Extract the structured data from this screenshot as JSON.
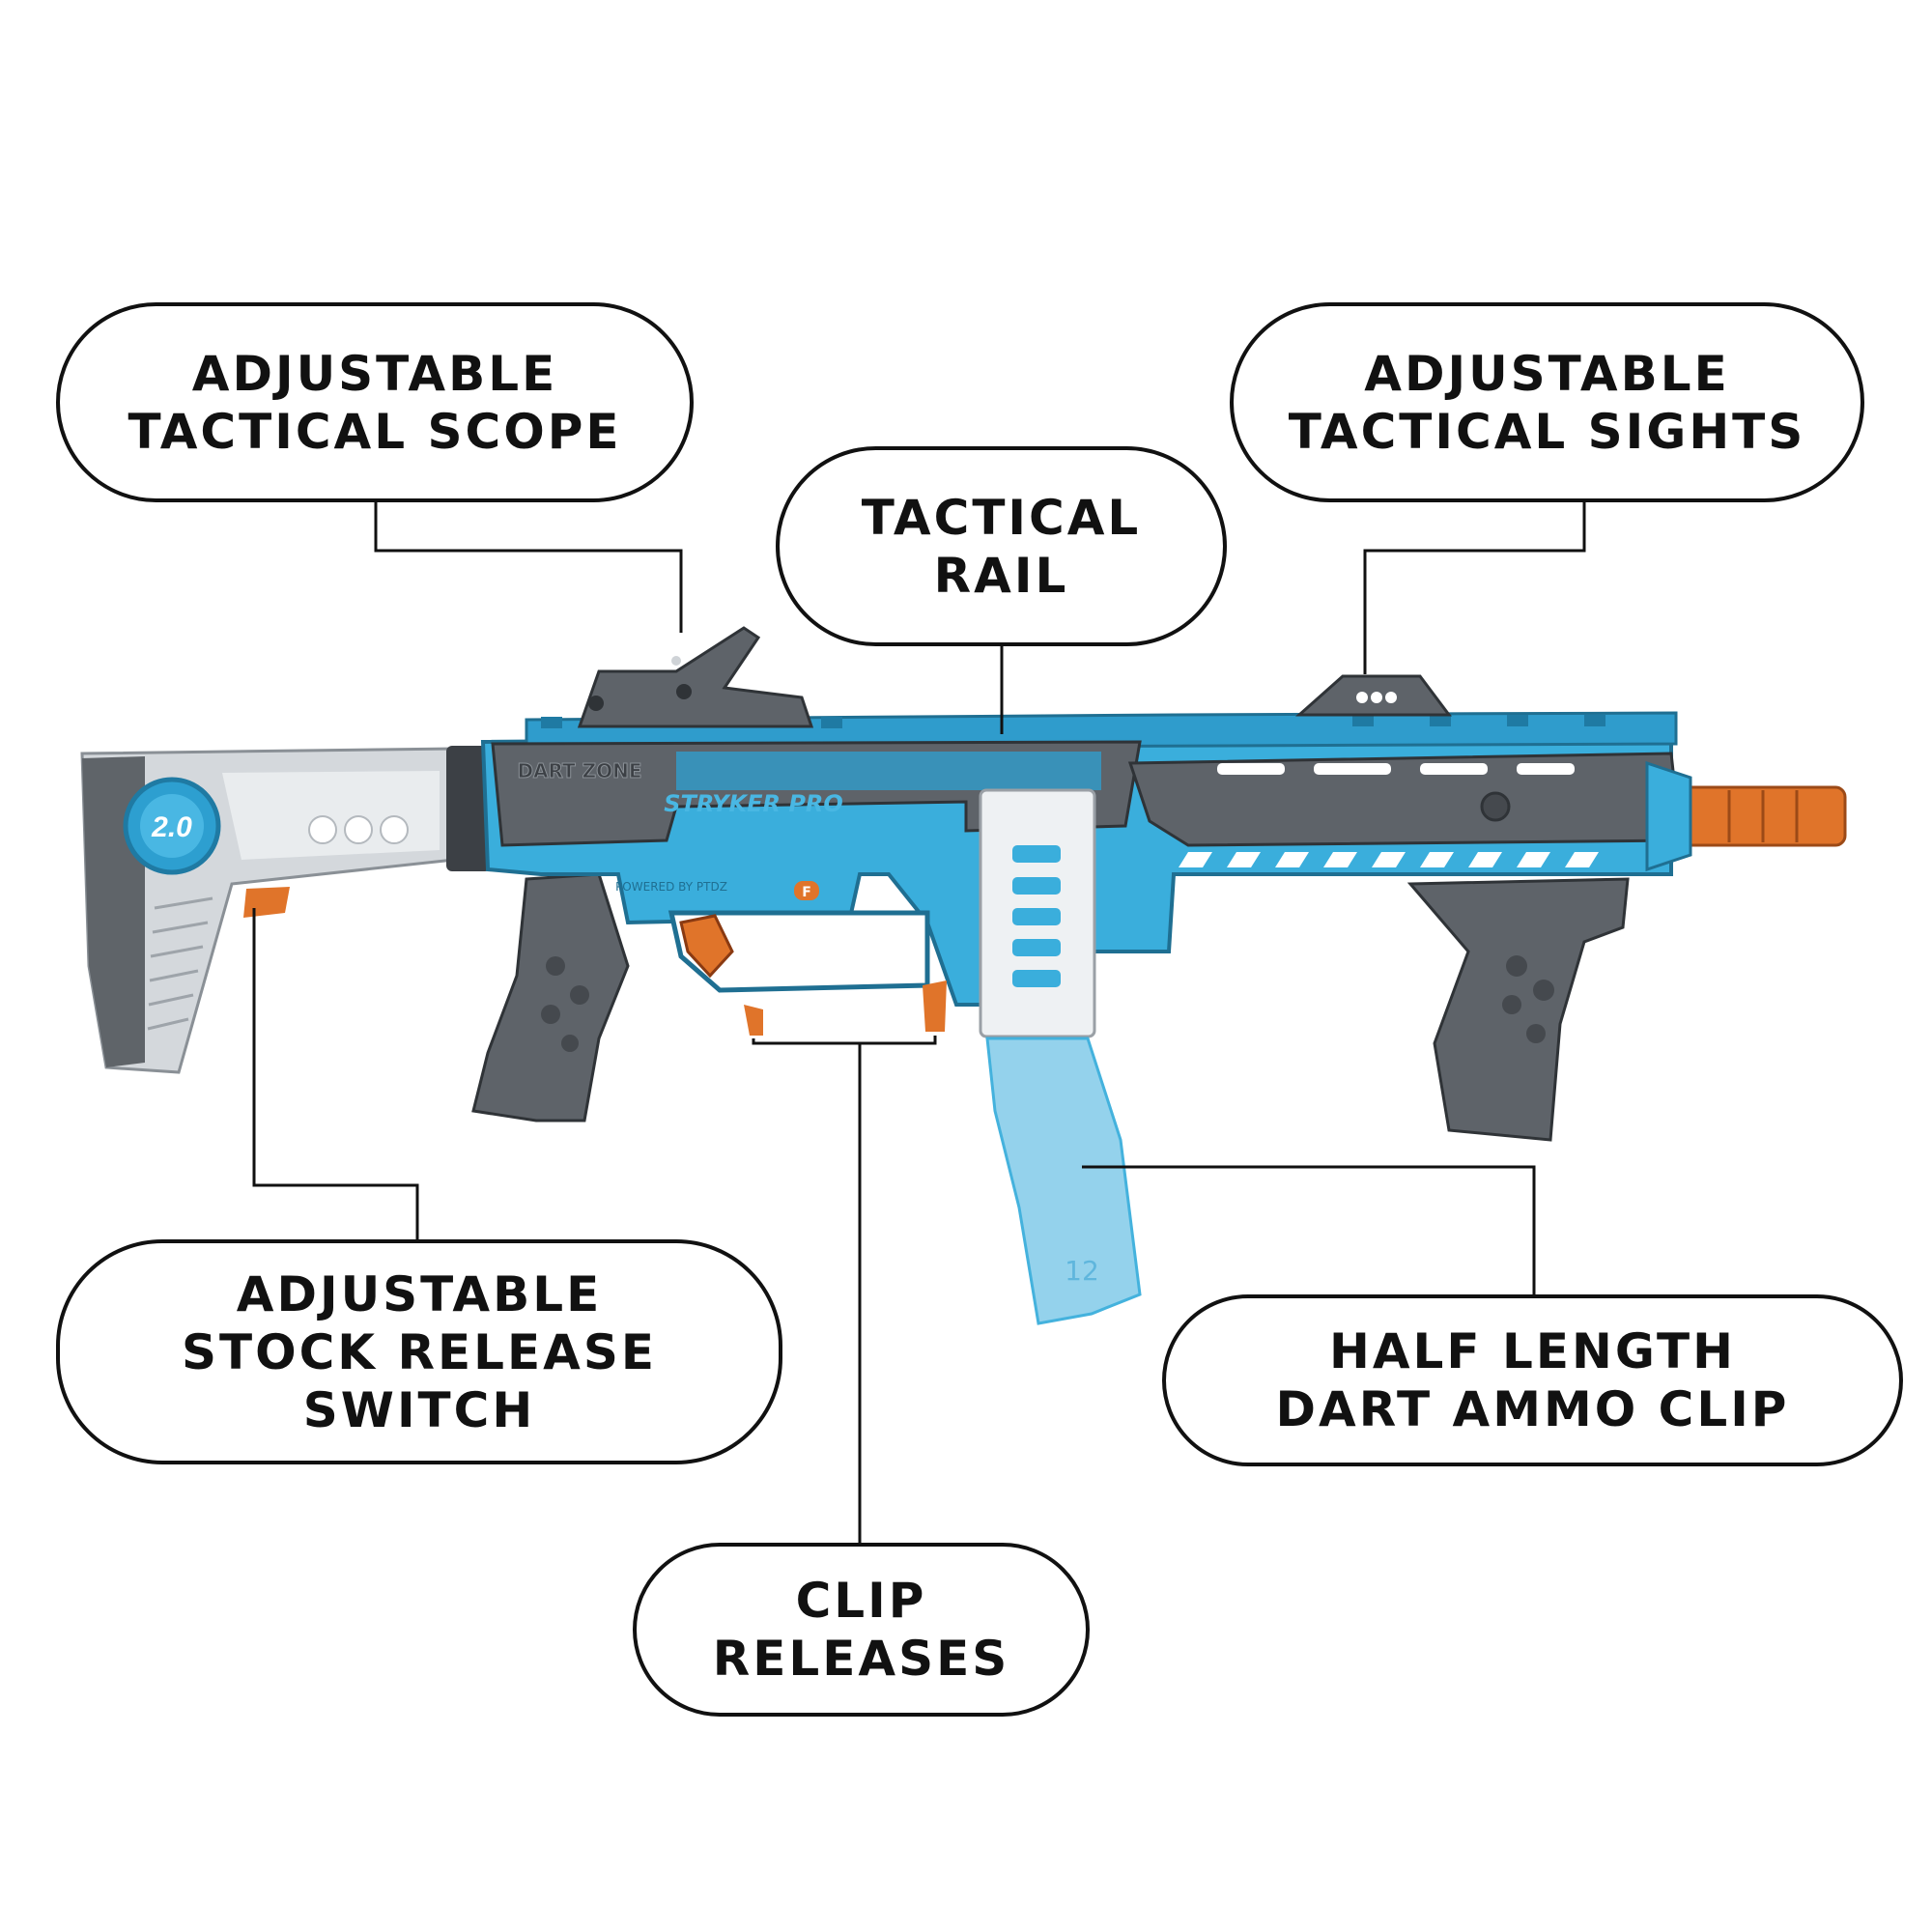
{
  "product": {
    "brand_logo": "DART ZONE",
    "model_name": "STRYKER PRO",
    "stock_badge": "2.0",
    "engraving": "POWERED BY PTDZ",
    "fire_mode_letter": "F",
    "magazine_number": "12"
  },
  "callouts": {
    "scope": {
      "line1": "ADJUSTABLE",
      "line2": "TACTICAL SCOPE"
    },
    "sights": {
      "line1": "ADJUSTABLE",
      "line2": "TACTICAL SIGHTS"
    },
    "rail": {
      "line1": "TACTICAL",
      "line2": "RAIL"
    },
    "stock": {
      "line1": "ADJUSTABLE",
      "line2": "STOCK RELEASE",
      "line3": "SWITCH"
    },
    "clip": {
      "line1": "HALF LENGTH",
      "line2": "DART AMMO CLIP"
    },
    "release": {
      "line1": "CLIP",
      "line2": "RELEASES"
    }
  },
  "colors": {
    "body_blue": "#3aaedc",
    "dark_blue": "#1f8bb8",
    "gray": "#5e6369",
    "dark_gray": "#3c4045",
    "silver": "#cfd3d7",
    "orange": "#e0742a",
    "clip_blue": "#8fd0ec",
    "outline": "#111111"
  }
}
